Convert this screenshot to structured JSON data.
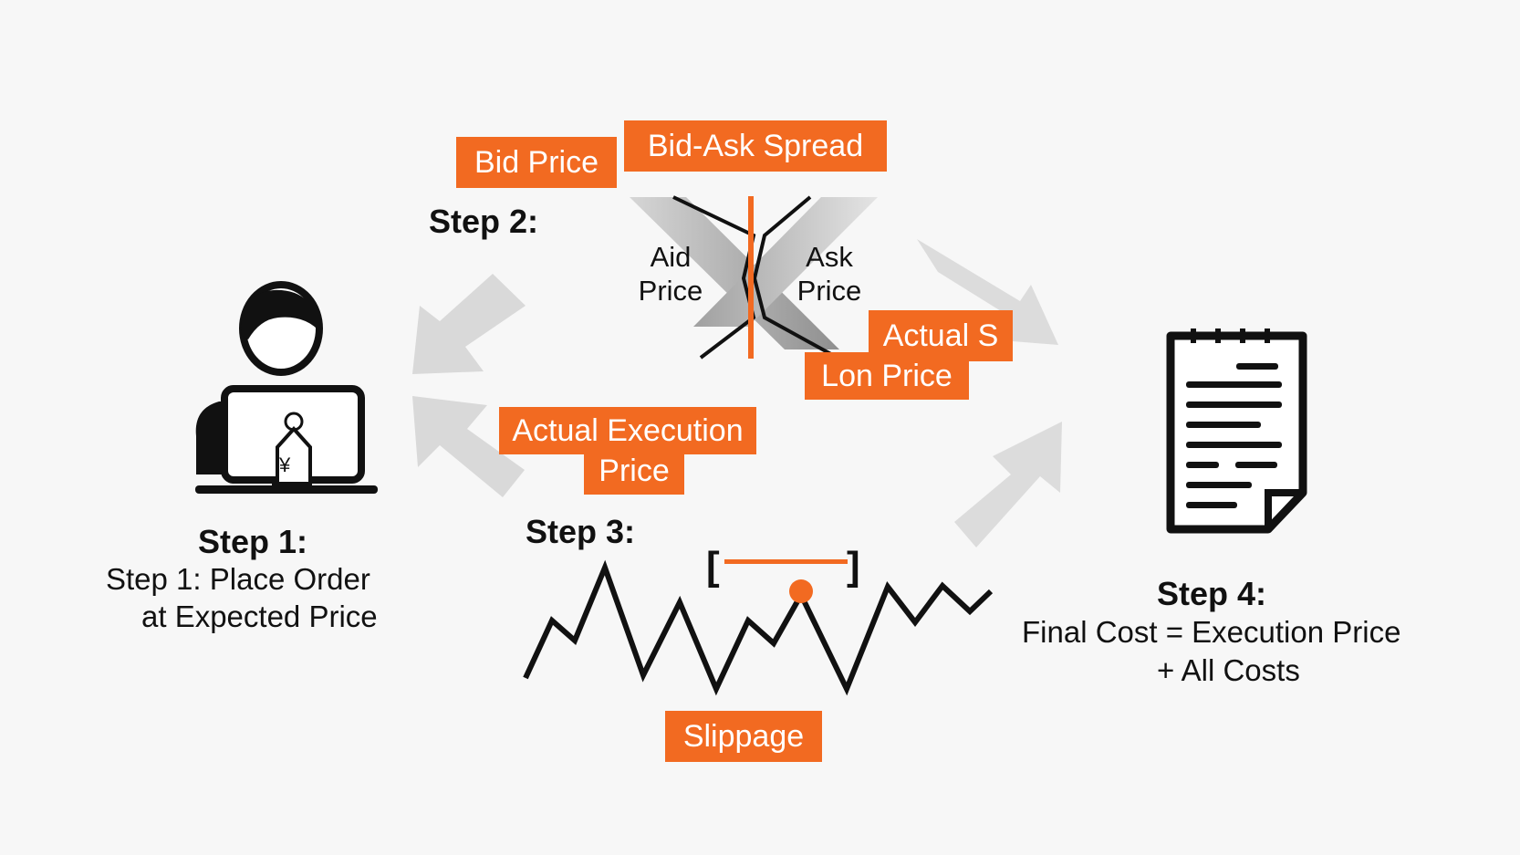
{
  "colors": {
    "accent": "#f26a21",
    "ink": "#111111",
    "arrow": "#d9d9d9",
    "background": "#f7f7f7"
  },
  "icons": [
    "trader-at-computer-icon",
    "price-tag-icon",
    "document-icon",
    "price-line-icon",
    "spread-chevron-icon",
    "arrow-icon"
  ],
  "step1": {
    "title": "Step 1:",
    "caption_line1": "Step 1: Place Order",
    "caption_line2": "at Expected Price",
    "tag_symbol": "¥"
  },
  "step2": {
    "title": "Step 2:",
    "bid_price_label": "Bid Price",
    "spread_label": "Bid-Ask Spread",
    "left_side_line1": "Aid",
    "left_side_line2": "Price",
    "right_side_line1": "Ask",
    "right_side_line2": "Price",
    "actual_label_line1": "Actual S",
    "actual_label_line2": "Lon Price"
  },
  "step3": {
    "title": "Step 3:",
    "execution_label_line1": "Actual Execution",
    "execution_label_line2": "Price",
    "slippage_label": "Slippage",
    "bracket_left": "[",
    "bracket_right": "]"
  },
  "step4": {
    "title": "Step 4:",
    "caption_line1": "Final Cost = Execution Price",
    "caption_line2": "+ All Costs"
  }
}
